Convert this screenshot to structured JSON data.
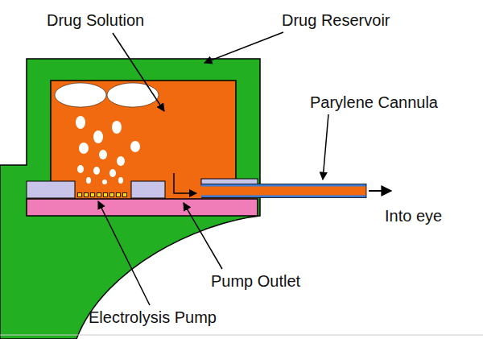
{
  "diagram": {
    "labels": [
      "Drug Solution",
      "Drug Reservoir",
      "Parylene Cannula",
      "Into eye",
      "Pump Outlet",
      "Electrolysis Pump"
    ]
  }
}
